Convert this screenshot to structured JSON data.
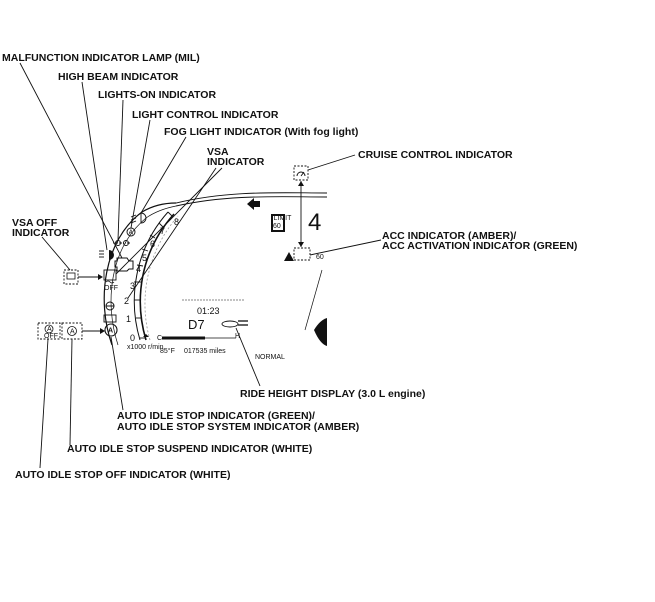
{
  "labels": {
    "mil": "MALFUNCTION INDICATOR LAMP (MIL)",
    "high_beam": "HIGH BEAM INDICATOR",
    "lights_on": "LIGHTS-ON INDICATOR",
    "light_control": "LIGHT CONTROL INDICATOR",
    "fog_light": "FOG LIGHT INDICATOR (With fog light)",
    "vsa_line1": "VSA",
    "vsa_line2": "INDICATOR",
    "cruise": "CRUISE CONTROL INDICATOR",
    "vsa_off_line1": "VSA OFF",
    "vsa_off_line2": "INDICATOR",
    "acc_line1": "ACC INDICATOR (AMBER)/",
    "acc_line2": "ACC ACTIVATION INDICATOR (GREEN)",
    "ride_height": "RIDE HEIGHT DISPLAY (3.0 L engine)",
    "auto_idle_line1": "AUTO IDLE STOP INDICATOR (GREEN)/",
    "auto_idle_line2": "AUTO IDLE STOP SYSTEM INDICATOR (AMBER)",
    "auto_idle_suspend": "AUTO IDLE STOP SUSPEND INDICATOR (WHITE)",
    "auto_idle_off": "AUTO IDLE STOP OFF INDICATOR (WHITE)"
  },
  "cluster": {
    "tach_numbers": [
      "0",
      "1",
      "2",
      "3",
      "4",
      "5",
      "6",
      "7",
      "8"
    ],
    "rpm_unit": "x1000 r/min",
    "time": "01:23",
    "gear": "D7",
    "temperature": "85°F",
    "odometer": "017535 miles",
    "mode": "NORMAL",
    "speed_limit_top": "LIMIT",
    "speed_limit_value": "60",
    "lane_digit": "4",
    "acc_speed": "60",
    "fuel_label": "C",
    "fuel_hot": "H",
    "off_text": "OFF"
  }
}
